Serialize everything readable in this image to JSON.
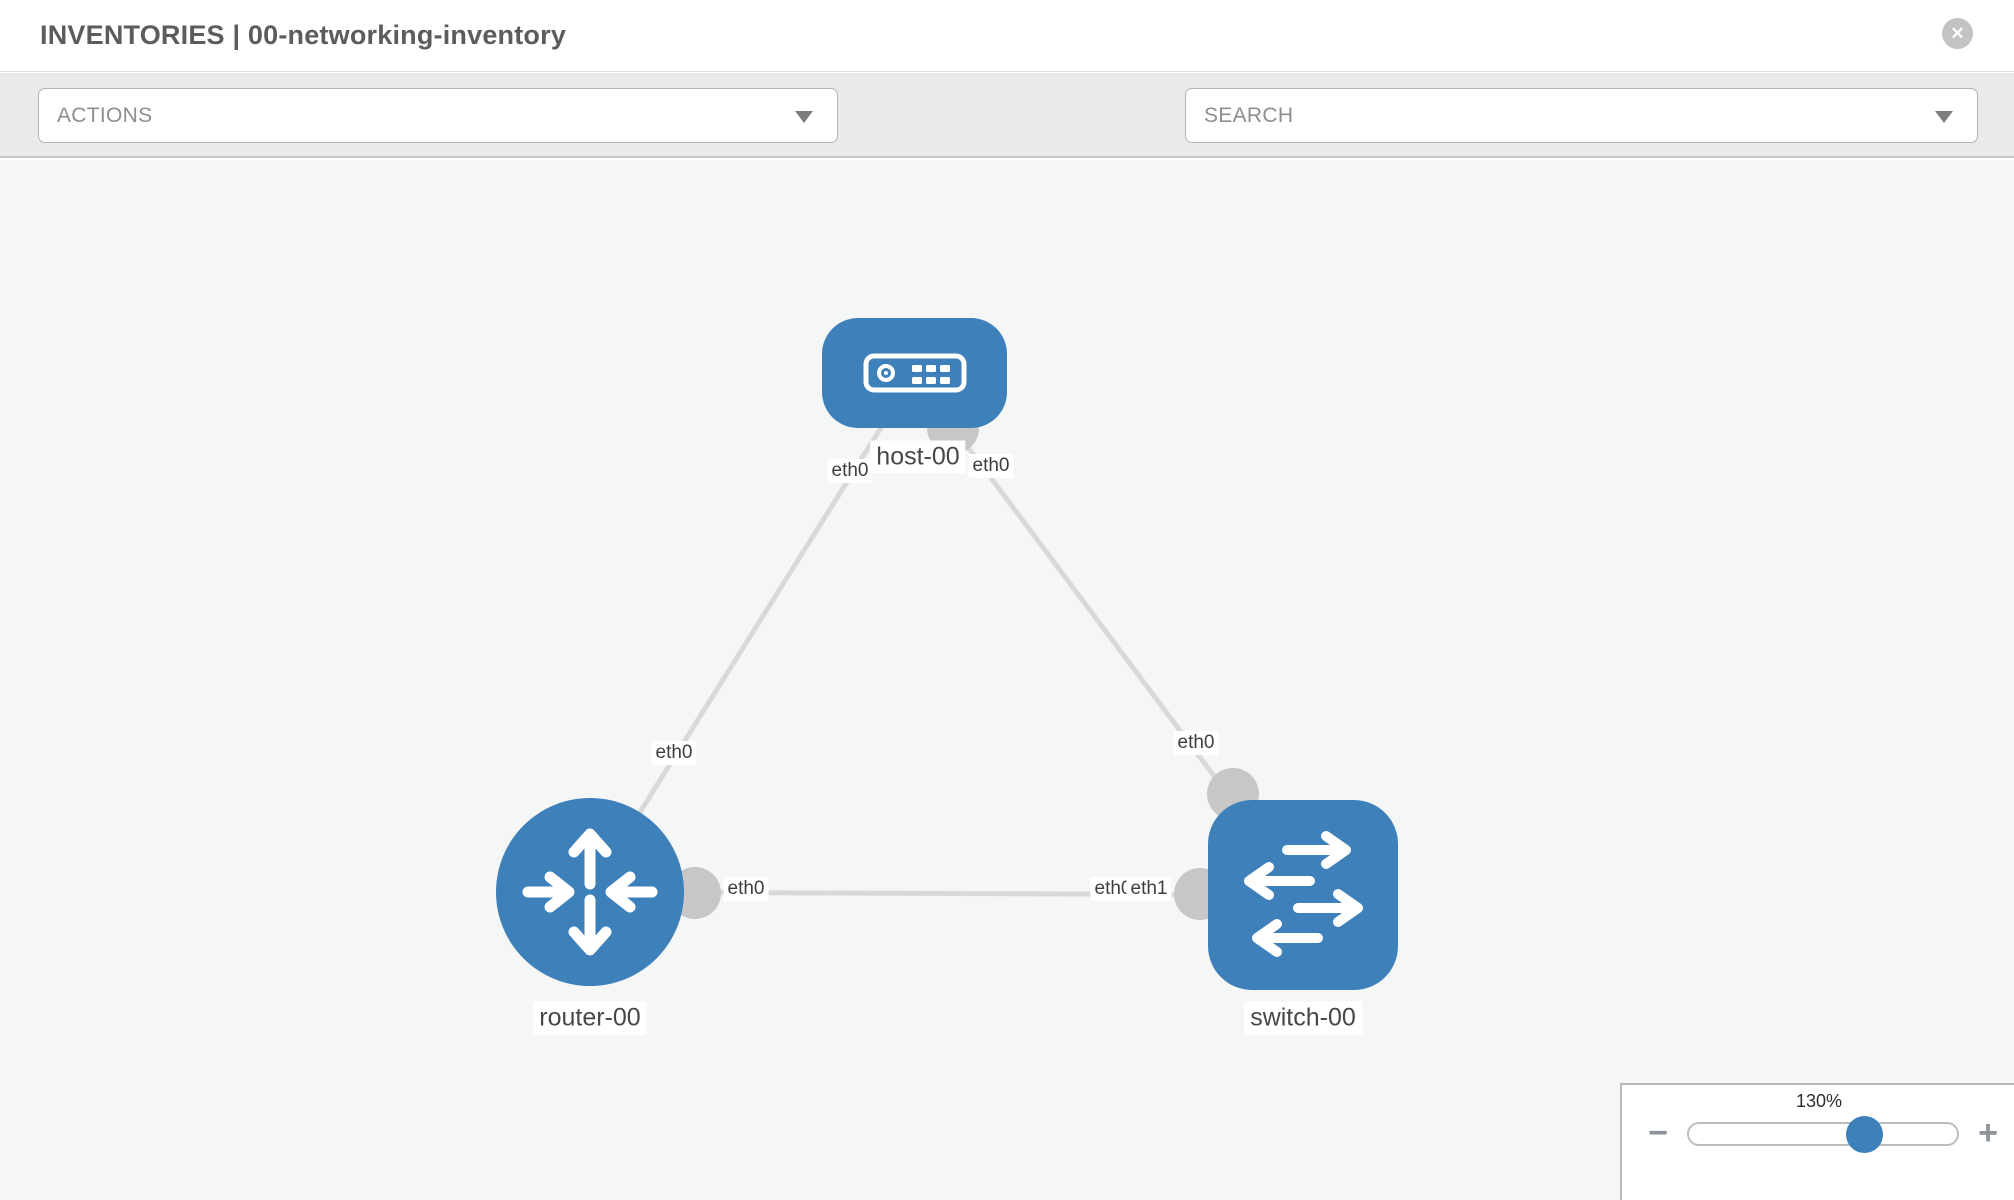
{
  "header": {
    "title": "INVENTORIES | 00-networking-inventory",
    "close_glyph": "✕"
  },
  "toolbar": {
    "actions": {
      "placeholder": "ACTIONS"
    },
    "search": {
      "placeholder": "SEARCH"
    },
    "icons": [
      "wrench-icon",
      "key-icon"
    ]
  },
  "colors": {
    "node_blue": "#3d80ba",
    "edge_gray": "#d9d9d9",
    "port_gray": "#c7c7c7",
    "toolbar_bg": "#eaeaea",
    "canvas_bg": "#f5f6f6"
  },
  "topology": {
    "nodes": [
      {
        "id": "host-00",
        "label": "host-00",
        "type": "host",
        "shape": "rounded-rect",
        "color": "#3d80ba"
      },
      {
        "id": "router-00",
        "label": "router-00",
        "type": "router",
        "shape": "circle",
        "color": "#3d80ba"
      },
      {
        "id": "switch-00",
        "label": "switch-00",
        "type": "switch",
        "shape": "rounded-square",
        "color": "#3d80ba"
      }
    ],
    "links": [
      {
        "from": "host-00",
        "to": "router-00",
        "from_iface": "eth0",
        "to_iface": "eth0"
      },
      {
        "from": "host-00",
        "to": "switch-00",
        "from_iface": "eth0",
        "to_iface": "eth0"
      },
      {
        "from": "router-00",
        "to": "switch-00",
        "from_iface": "eth0",
        "to_iface": "eth1"
      }
    ],
    "iface_labels": [
      {
        "text": "eth0"
      },
      {
        "text": "eth0"
      },
      {
        "text": "eth0"
      },
      {
        "text": "eth0"
      },
      {
        "text": "eth0"
      },
      {
        "text": "eth0"
      },
      {
        "text": "eth1"
      }
    ]
  },
  "zoom_control": {
    "level": "130%",
    "minus_glyph": "−",
    "plus_glyph": "+",
    "percent": 65
  }
}
